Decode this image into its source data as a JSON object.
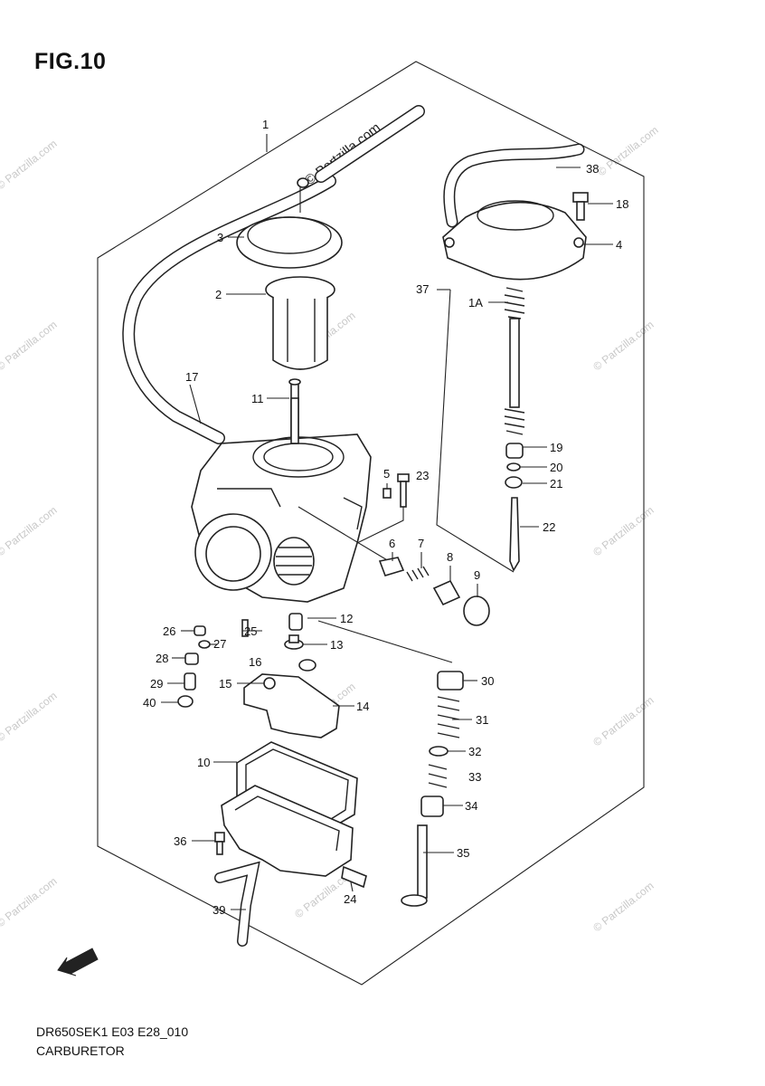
{
  "header": {
    "figure": "FIG.10"
  },
  "footer": {
    "model_code": "DR650SEK1 E03 E28_010",
    "assembly": "CARBURETOR"
  },
  "watermark": {
    "text": "© Partzilla.com",
    "color": "#c8c8c8"
  },
  "callouts": [
    {
      "id": "c1",
      "label": "1"
    },
    {
      "id": "c3",
      "label": "3"
    },
    {
      "id": "c2",
      "label": "2"
    },
    {
      "id": "c17",
      "label": "17"
    },
    {
      "id": "c11",
      "label": "11"
    },
    {
      "id": "c38",
      "label": "38"
    },
    {
      "id": "c18",
      "label": "18"
    },
    {
      "id": "c4",
      "label": "4"
    },
    {
      "id": "c37",
      "label": "37"
    },
    {
      "id": "c1a",
      "label": "1A"
    },
    {
      "id": "c19",
      "label": "19"
    },
    {
      "id": "c20",
      "label": "20"
    },
    {
      "id": "c21",
      "label": "21"
    },
    {
      "id": "c22",
      "label": "22"
    },
    {
      "id": "c5",
      "label": "5"
    },
    {
      "id": "c23",
      "label": "23"
    },
    {
      "id": "c6",
      "label": "6"
    },
    {
      "id": "c7",
      "label": "7"
    },
    {
      "id": "c8",
      "label": "8"
    },
    {
      "id": "c9",
      "label": "9"
    },
    {
      "id": "c26",
      "label": "26"
    },
    {
      "id": "c25",
      "label": "25"
    },
    {
      "id": "c12",
      "label": "12"
    },
    {
      "id": "c27",
      "label": "27"
    },
    {
      "id": "c13",
      "label": "13"
    },
    {
      "id": "c28",
      "label": "28"
    },
    {
      "id": "c16",
      "label": "16"
    },
    {
      "id": "c29",
      "label": "29"
    },
    {
      "id": "c15",
      "label": "15"
    },
    {
      "id": "c40",
      "label": "40"
    },
    {
      "id": "c14",
      "label": "14"
    },
    {
      "id": "c30",
      "label": "30"
    },
    {
      "id": "c31",
      "label": "31"
    },
    {
      "id": "c32",
      "label": "32"
    },
    {
      "id": "c33",
      "label": "33"
    },
    {
      "id": "c34",
      "label": "34"
    },
    {
      "id": "c10",
      "label": "10"
    },
    {
      "id": "c35",
      "label": "35"
    },
    {
      "id": "c36",
      "label": "36"
    },
    {
      "id": "c24",
      "label": "24"
    },
    {
      "id": "c39",
      "label": "39"
    }
  ]
}
